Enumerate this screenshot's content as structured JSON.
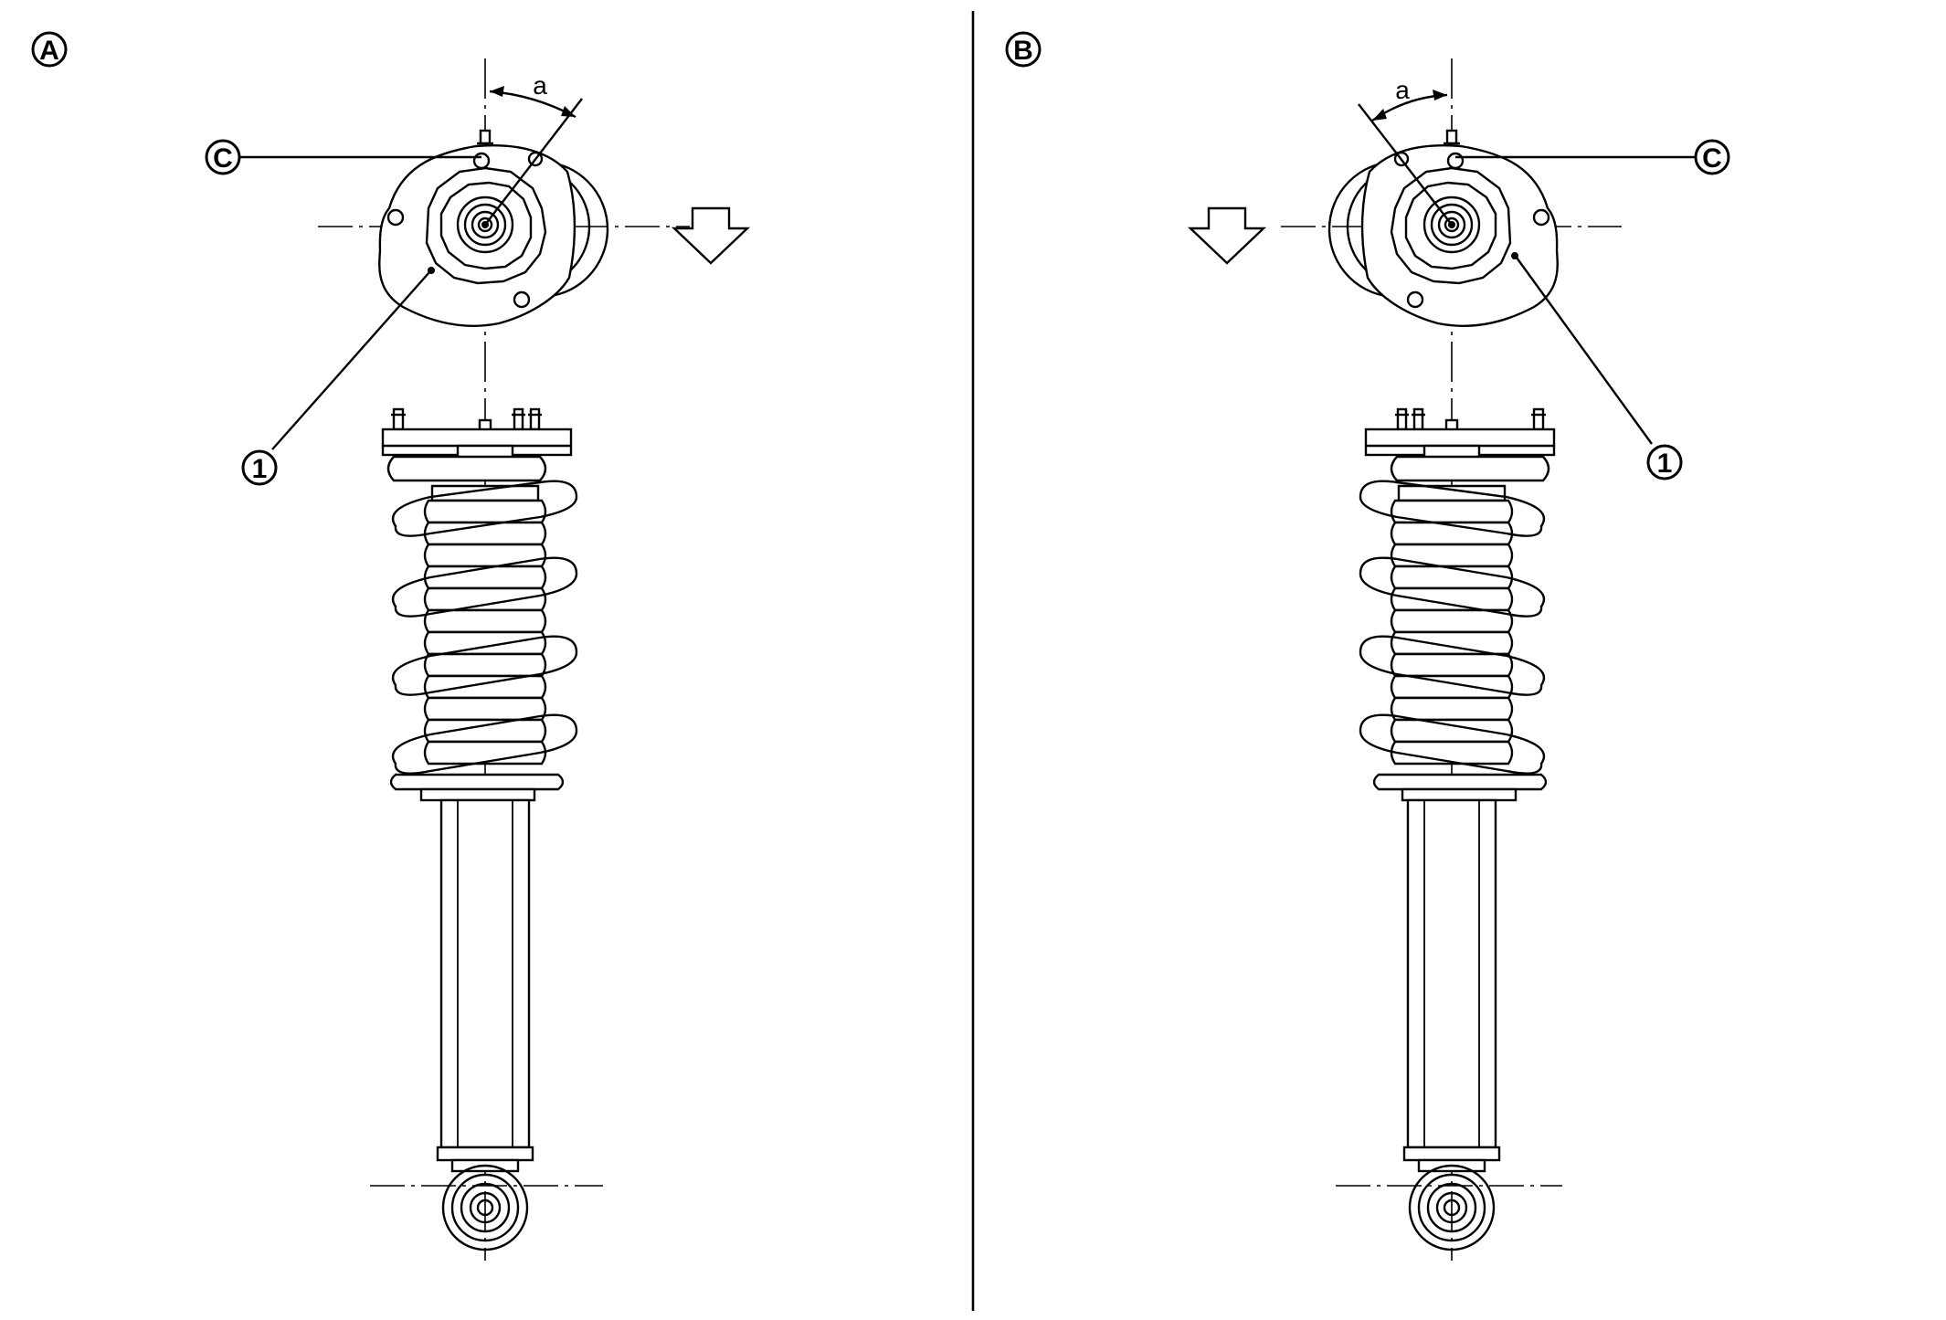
{
  "view_a": {
    "view_label": "A",
    "angle_label": "a",
    "callout_c": "C",
    "callout_1": "1"
  },
  "view_b": {
    "view_label": "B",
    "angle_label": "a",
    "callout_c": "C",
    "callout_1": "1"
  }
}
